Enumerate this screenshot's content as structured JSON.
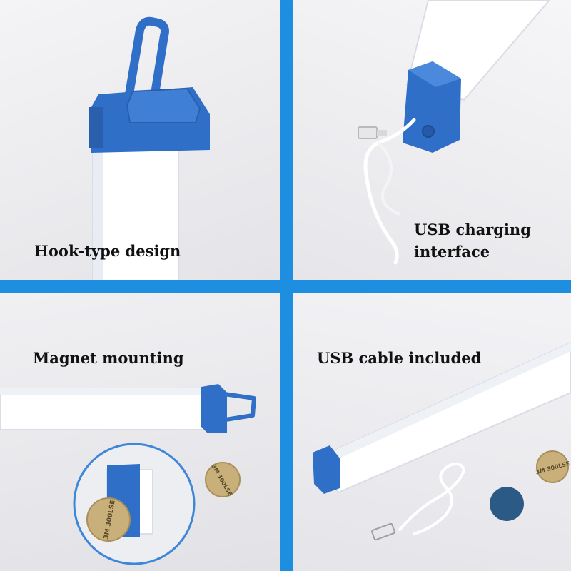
{
  "panels": [
    {
      "id": "hook",
      "caption": "Hook-type design"
    },
    {
      "id": "usb-charging",
      "caption_line1": "USB charging",
      "caption_line2": "interface"
    },
    {
      "id": "magnet",
      "caption": "Magnet mounting"
    },
    {
      "id": "cable",
      "caption": "USB cable included"
    }
  ],
  "sticker_text": "3M 300LSE",
  "colors": {
    "border_blue": "#1e8fe0",
    "cap_blue": "#2f6fc8",
    "tube_white": "#ffffff",
    "background_gray": "#ececee",
    "sticker_tan": "#c9b07a",
    "magnet_blue": "#2c5a86"
  }
}
